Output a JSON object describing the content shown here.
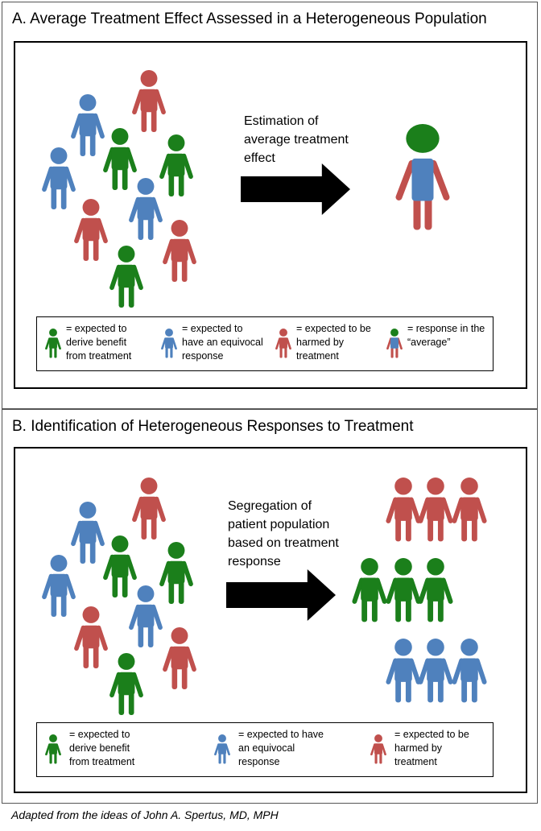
{
  "colors": {
    "benefit": "#1b7f1b",
    "equivocal": "#4f81bd",
    "harmed": "#c0504d",
    "arrow": "#000000"
  },
  "panel_a": {
    "title": "A.  Average Treatment Effect Assessed in a Heterogeneous Population",
    "arrow_label": [
      "Estimation of",
      "average treatment",
      "effect"
    ],
    "legend": [
      {
        "lines": [
          "= expected to",
          "derive benefit",
          "from treatment"
        ],
        "icon": "benefit-person-icon"
      },
      {
        "lines": [
          "= expected to",
          "have an equivocal",
          "response"
        ],
        "icon": "equivocal-person-icon"
      },
      {
        "lines": [
          "= expected to be",
          "harmed by",
          "treatment"
        ],
        "icon": "harmed-person-icon"
      },
      {
        "lines": [
          "= response  in the",
          "“average”"
        ],
        "icon": "average-person-icon"
      }
    ]
  },
  "panel_b": {
    "title": "B. Identification of Heterogeneous Responses to Treatment",
    "arrow_label": [
      "Segregation of",
      "patient population",
      "based on treatment",
      "response"
    ],
    "legend": [
      {
        "lines": [
          "= expected to",
          "derive benefit",
          "from treatment"
        ],
        "icon": "benefit-person-icon"
      },
      {
        "lines": [
          "= expected to have",
          "an equivocal",
          "response"
        ],
        "icon": "equivocal-person-icon"
      },
      {
        "lines": [
          "= expected to be",
          "harmed by",
          "treatment"
        ],
        "icon": "harmed-person-icon"
      }
    ]
  },
  "caption": "Adapted from the ideas of John A. Spertus, MD, MPH"
}
